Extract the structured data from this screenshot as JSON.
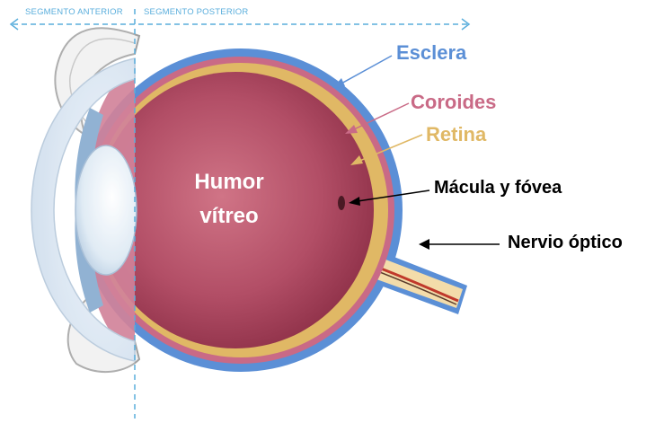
{
  "segments": {
    "anterior": "SEGMENTO ANTERIOR",
    "posterior": "SEGMENTO POSTERIOR",
    "color": "#5aaedc"
  },
  "labels": {
    "esclera": "Esclera",
    "coroides": "Coroides",
    "retina": "Retina",
    "macula": "Mácula y fóvea",
    "nervio": "Nervio óptico",
    "humor_line1": "Humor",
    "humor_line2": "vítreo"
  },
  "colors": {
    "esclera": "#5b8fd6",
    "coroides": "#c96a86",
    "retina": "#e0b865",
    "black": "#000000",
    "vitreous": "#b04a63",
    "nerve_sheath": "#f3dcaa"
  }
}
